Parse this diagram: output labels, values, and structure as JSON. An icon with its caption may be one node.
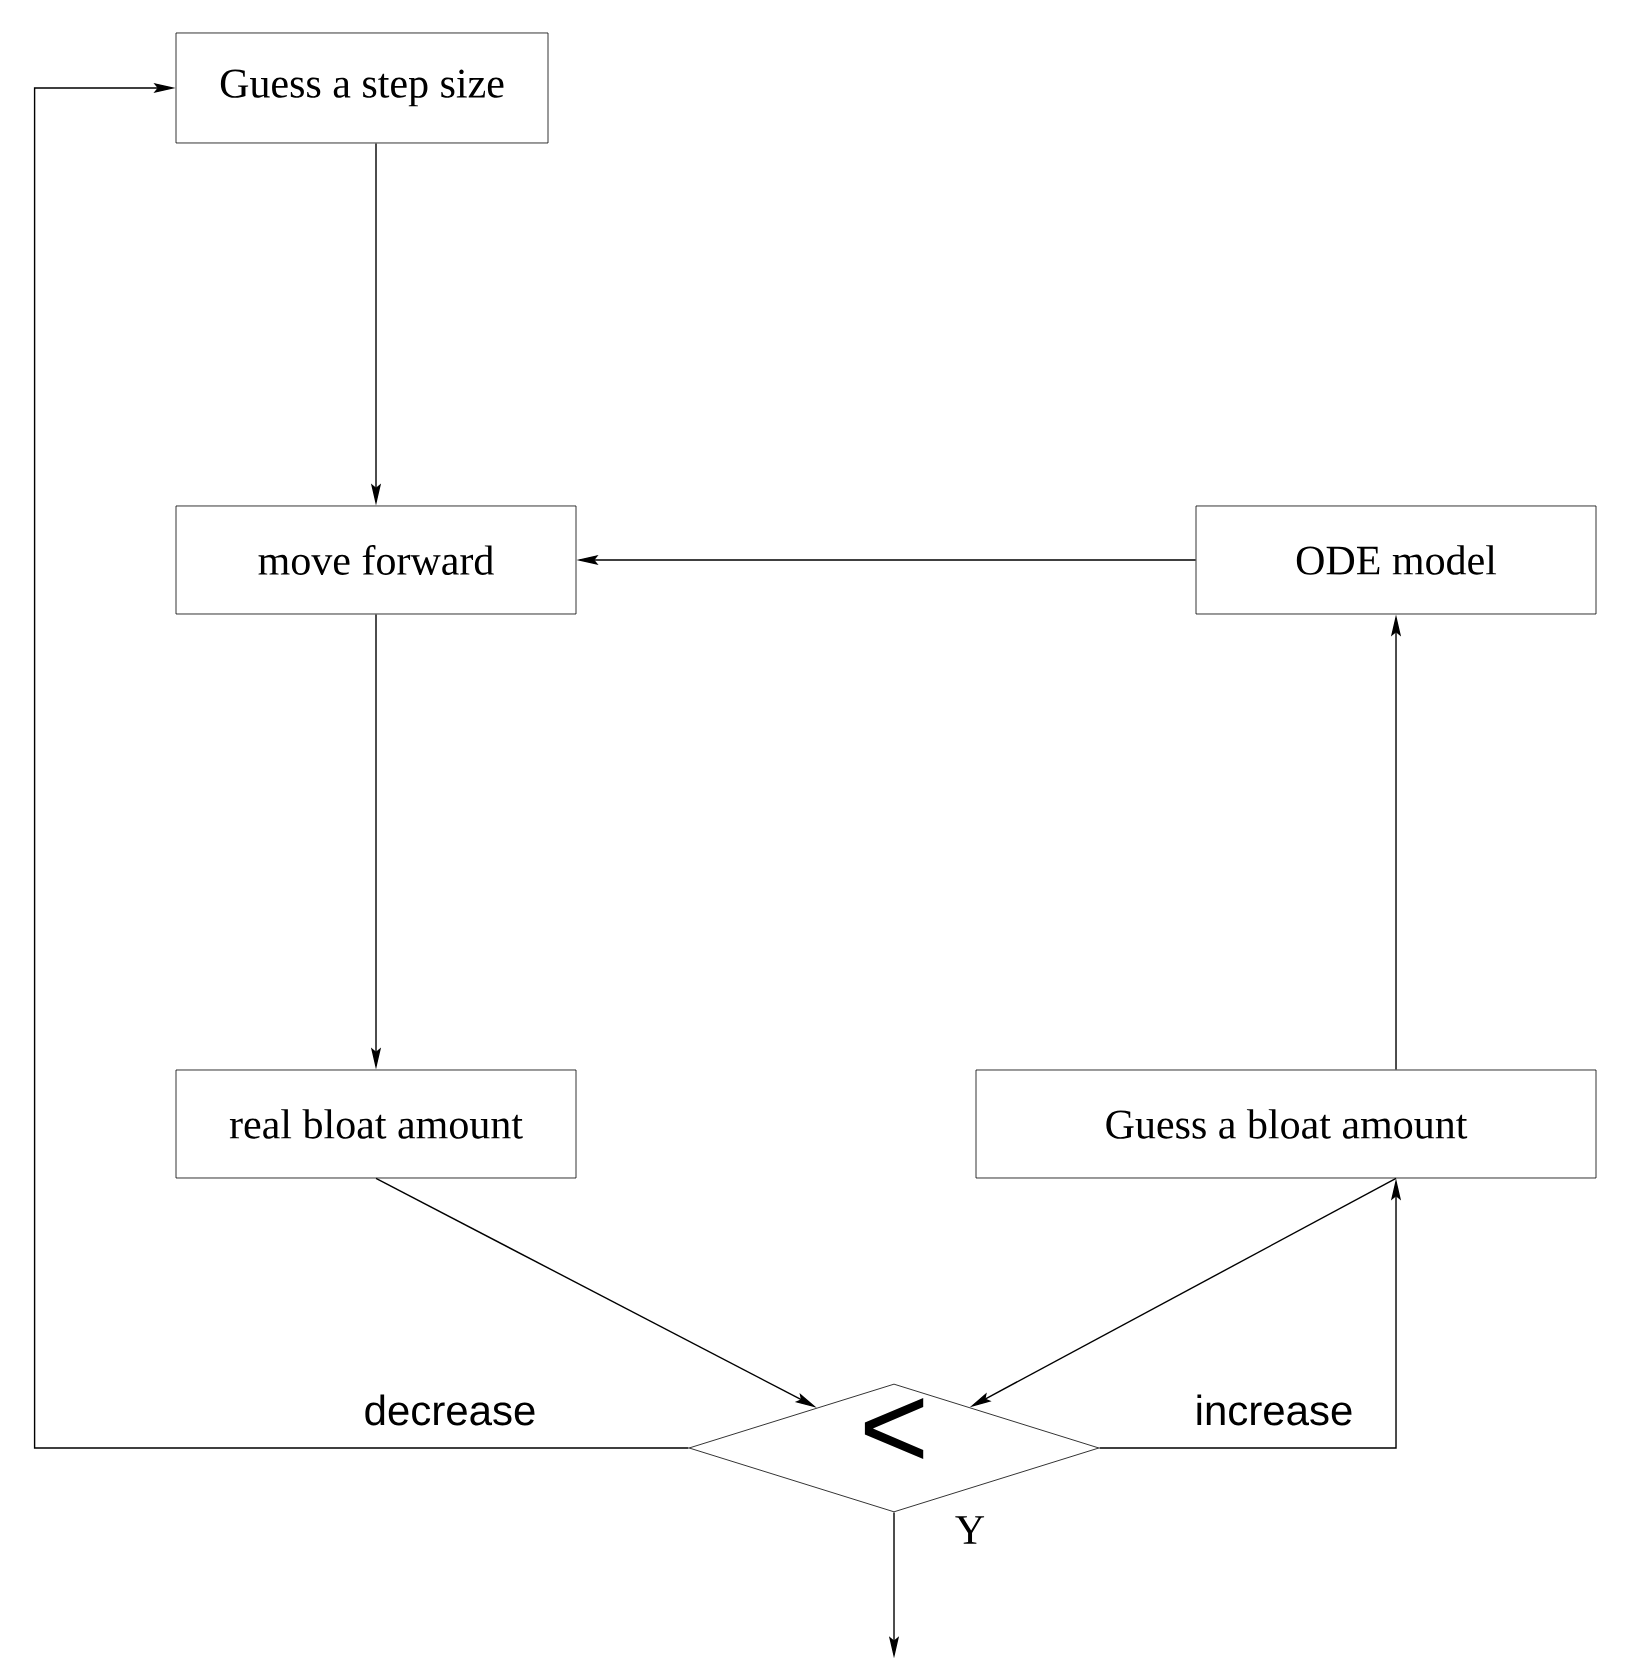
{
  "diagram": {
    "nodes": [
      {
        "text": [
          "Guess a step size"
        ]
      },
      {
        "text": [
          "move forward"
        ]
      },
      {
        "text": [
          "ODE model"
        ]
      },
      {
        "text": [
          "real bloat amount"
        ]
      },
      {
        "text": [
          "Guess a bloat amount"
        ]
      },
      {
        "text": [
          "<"
        ]
      }
    ],
    "edges": [
      {
        "from": 0,
        "to": 1,
        "arrow": "to"
      },
      {
        "from": 2,
        "to": 1,
        "arrow": "to"
      },
      {
        "from": 1,
        "to": 3,
        "arrow": "to"
      },
      {
        "from": 4,
        "to": 2,
        "arrow": "to"
      },
      {
        "from": 3,
        "to": 5,
        "arrow": "to"
      },
      {
        "from": 4,
        "to": 5,
        "arrow": "to"
      },
      {
        "from": 5,
        "to": 0,
        "arrow": "to",
        "label": "decrease"
      },
      {
        "from": 5,
        "to": 4,
        "arrow": "to",
        "label": "increase"
      },
      {
        "from": 5,
        "to": null,
        "arrow": "to",
        "label": "Y"
      }
    ]
  }
}
